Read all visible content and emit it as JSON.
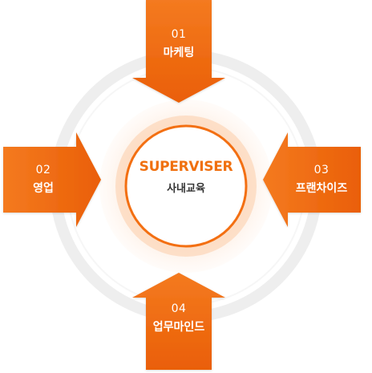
{
  "center": {
    "title": "SUPERVISER",
    "subtitle": "사내교육"
  },
  "steps": [
    {
      "number": "01",
      "label": "마케팅",
      "direction": "down"
    },
    {
      "number": "02",
      "label": "영업",
      "direction": "right"
    },
    {
      "number": "03",
      "label": "프랜차이즈",
      "direction": "left"
    },
    {
      "number": "04",
      "label": "업무마인드",
      "direction": "up"
    }
  ],
  "colors": {
    "arrow": "#f26e11",
    "arrow_dark": "#e25a05",
    "center_title": "#f0700f",
    "center_subtitle": "#333333",
    "outer_ring": "#eeeeee",
    "glow": "#fde1cc"
  }
}
